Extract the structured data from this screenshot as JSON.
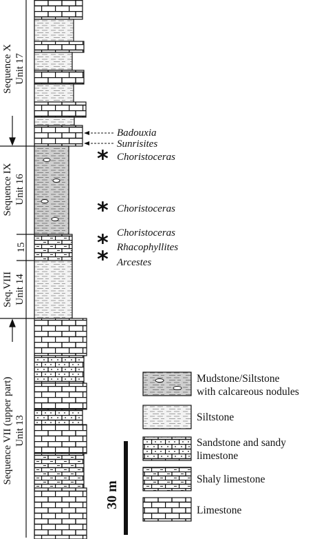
{
  "sequences": [
    {
      "seq": "Sequence X",
      "unit": "Unit 17"
    },
    {
      "seq": "Sequence IX",
      "unit": "Unit 16"
    },
    {
      "seq": "",
      "unit": "15"
    },
    {
      "seq": "Seq.VIII",
      "unit": "Unit 14"
    },
    {
      "seq": "Sequence VII (upper part)",
      "unit": "Unit 13"
    }
  ],
  "fossils": {
    "badouxia": "Badouxia",
    "sunrisites": "Sunrisites",
    "choristoceras_1": "Choristoceras",
    "choristoceras_2": "Choristoceras",
    "choristoceras_3": "Choristoceras",
    "rhacophyllites": "Rhacophyllites",
    "arcestes": "Arcestes",
    "asterisk": "*"
  },
  "scale_bar": {
    "label": "30 m"
  },
  "legend": [
    {
      "id": "mudstone",
      "line1": "Mudstone/Siltstone",
      "line2": "with calcareous nodules"
    },
    {
      "id": "siltstone",
      "line1": "Siltstone",
      "line2": ""
    },
    {
      "id": "sandstone",
      "line1": "Sandstone and sandy",
      "line2": "limestone"
    },
    {
      "id": "shaly",
      "line1": "Shaly limestone",
      "line2": ""
    },
    {
      "id": "limestone",
      "line1": "Limestone",
      "line2": ""
    }
  ]
}
